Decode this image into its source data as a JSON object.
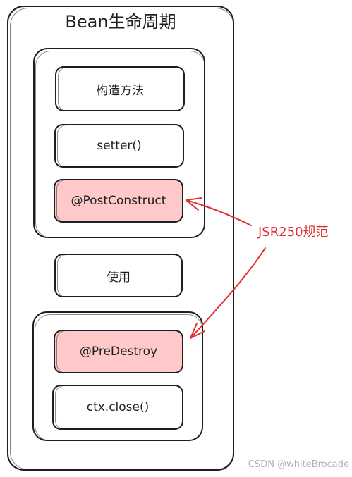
{
  "diagram": {
    "title": "Bean生命周期",
    "nodes": {
      "constructor": "构造方法",
      "setter": "setter()",
      "post_construct": "@PostConstruct",
      "use": "使用",
      "pre_destroy": "@PreDestroy",
      "close": "ctx.close()"
    },
    "annotation": "JSR250规范",
    "watermark": "CSDN @whiteBrocade",
    "colors": {
      "stroke": "#1e1e1e",
      "highlight_fill": "#ffc9c9",
      "annotation": "#e03131"
    }
  }
}
